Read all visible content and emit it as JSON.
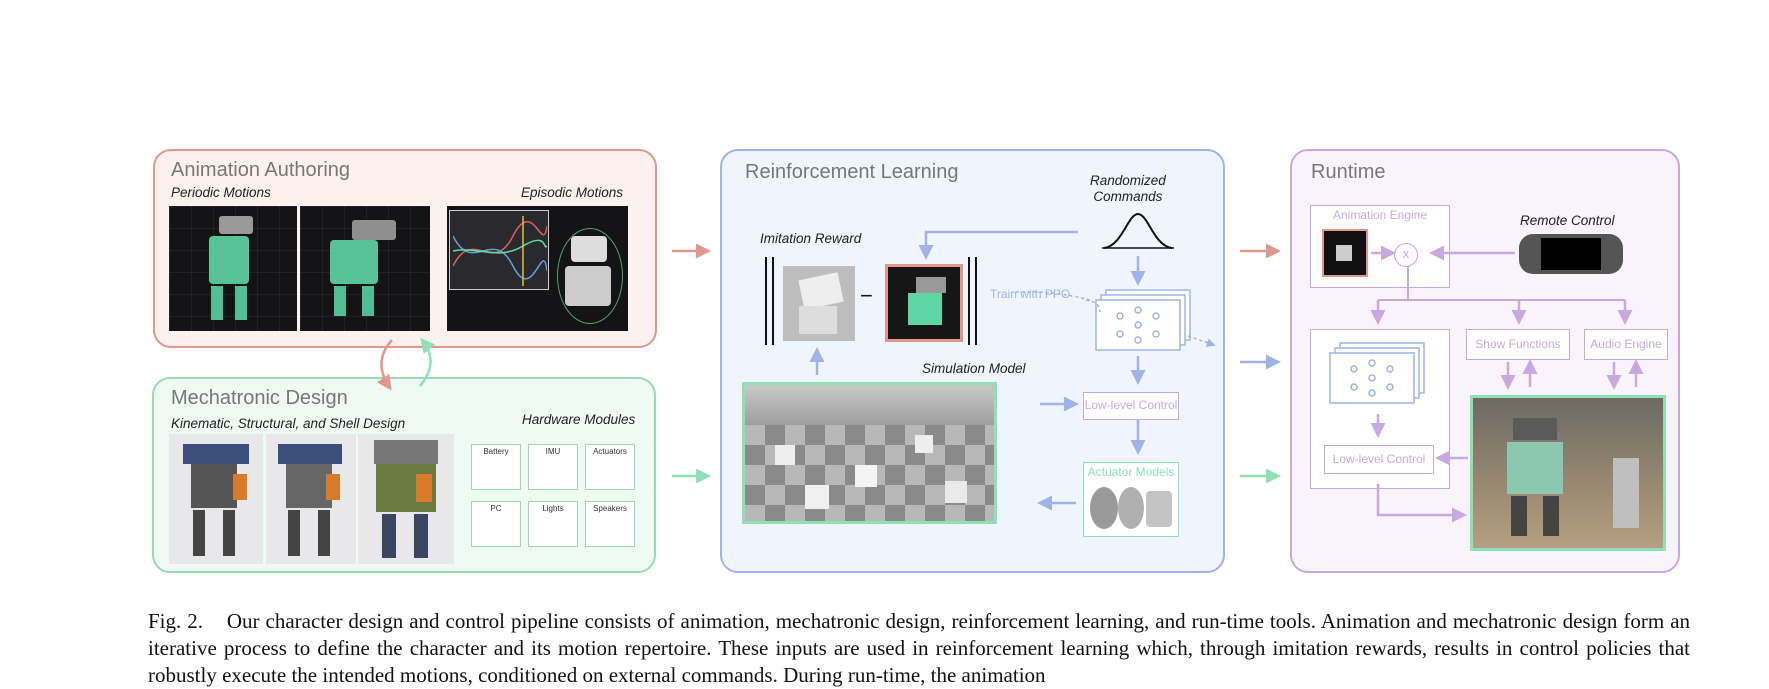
{
  "panels": {
    "animation": {
      "title": "Animation Authoring",
      "periodic": "Periodic Motions",
      "episodic": "Episodic Motions"
    },
    "mechatronic": {
      "title": "Mechatronic Design",
      "subtitle": "Kinematic, Structural, and Shell Design",
      "hardware": "Hardware Modules",
      "modules": [
        "Battery",
        "IMU",
        "Actuators",
        "PC",
        "Lights",
        "Speakers"
      ]
    },
    "rl": {
      "title": "Reinforcement Learning",
      "imitation_reward": "Imitation Reward",
      "randomized_commands": "Randomized\nCommands",
      "train_with_ppo": "Train with PPO",
      "simulation_model": "Simulation Model",
      "low_level_control": "Low-level Control",
      "actuator_models": "Actuator Models",
      "minus": "−"
    },
    "runtime": {
      "title": "Runtime",
      "animation_engine": "Animation Engine",
      "remote_control": "Remote Control",
      "show_functions": "Show Functions",
      "audio_engine": "Audio Engine",
      "low_level_control": "Low-level Control",
      "mult": "x"
    }
  },
  "colors": {
    "animation": "#e0988a",
    "mechatronic": "#9ad9b8",
    "rl": "#9fb3e6",
    "runtime": "#c9a8e0"
  },
  "caption": {
    "label": "Fig. 2.",
    "text": "Our character design and control pipeline consists of animation, mechatronic design, reinforcement learning, and run-time tools. Animation and mechatronic design form an iterative process to define the character and its motion repertoire. These inputs are used in reinforcement learning which, through imitation rewards, results in control policies that robustly execute the intended motions, conditioned on external commands. During run-time, the animation"
  }
}
